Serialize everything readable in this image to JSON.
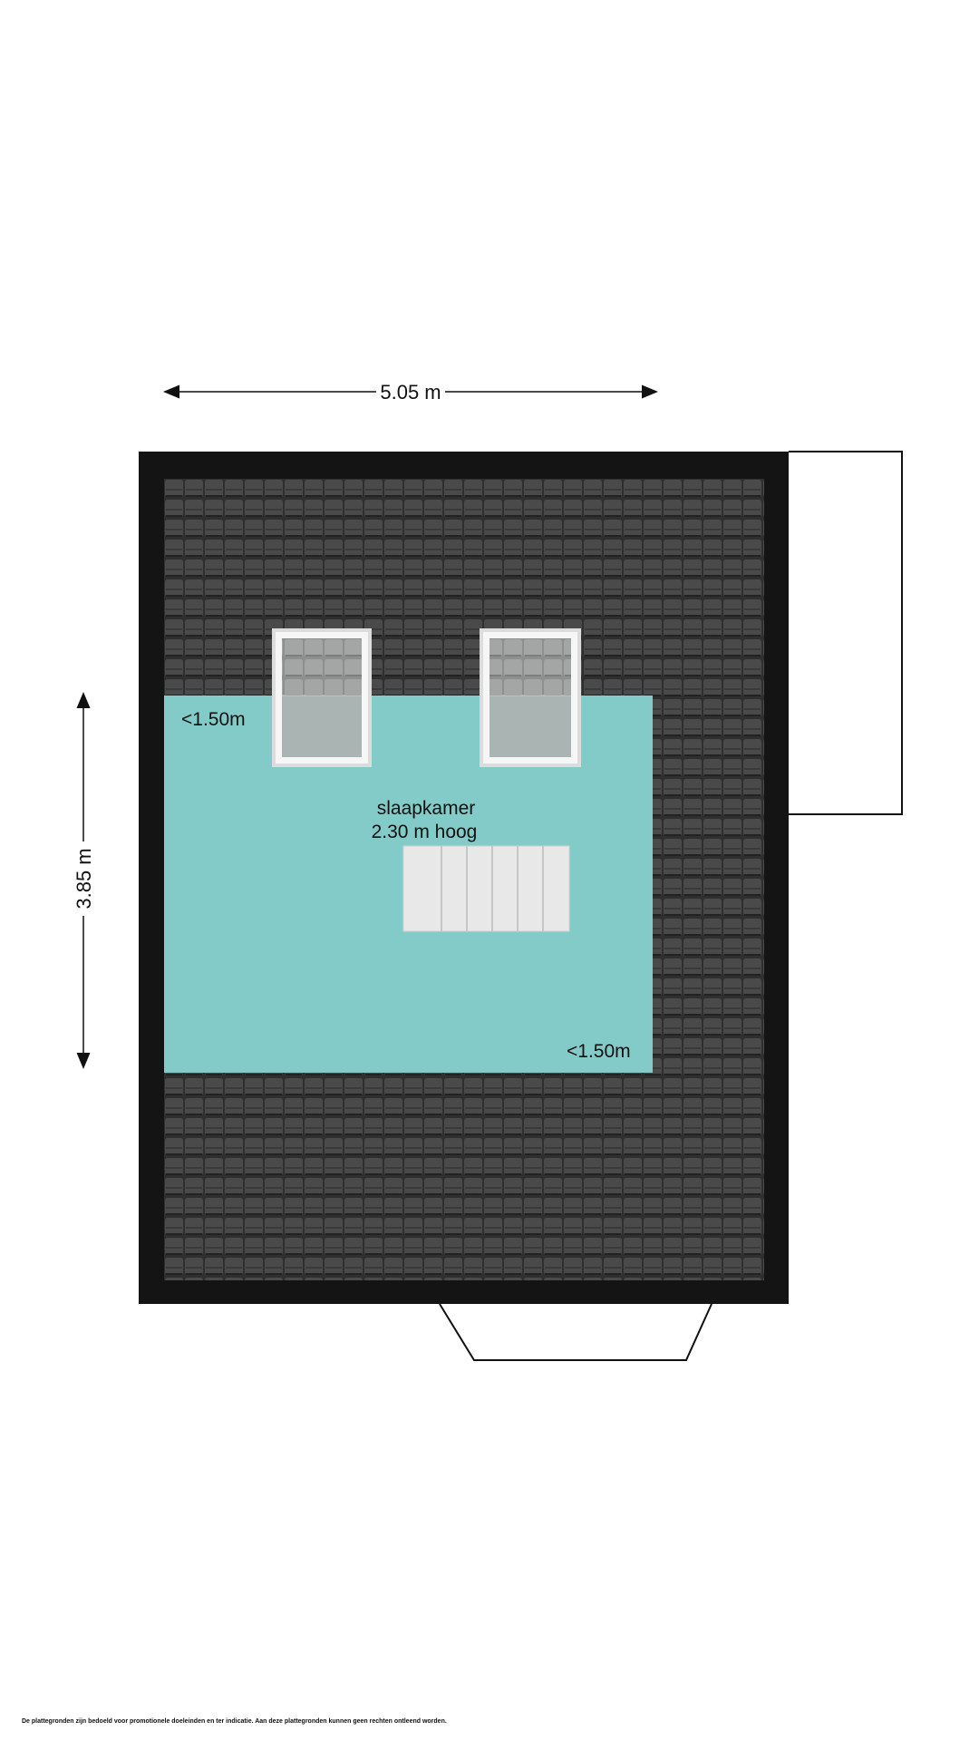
{
  "dimensions": {
    "width": "5.05 m",
    "depth": "3.85 m"
  },
  "room": {
    "name": "slaapkamer",
    "height": "2.30 m hoog"
  },
  "height_notes": {
    "left": "<1.50m",
    "right": "<1.50m"
  },
  "disclaimer": "De plattegronden zijn bedoeld voor promotionele doeleinden en ter indicatie. Aan deze plattegronden kunnen geen rechten ontleend worden.",
  "colors": {
    "wall": "#141414",
    "roof_tiles": "#3a3a3a",
    "room_floor": "#83cbc8",
    "window_frame": "#f4f4f4",
    "window_glass": "#a8b2b2",
    "stair": "#e6e6e6"
  },
  "icons": {
    "arrow": "arrow-icon",
    "stair": "stair-icon",
    "skylight": "skylight-icon"
  }
}
